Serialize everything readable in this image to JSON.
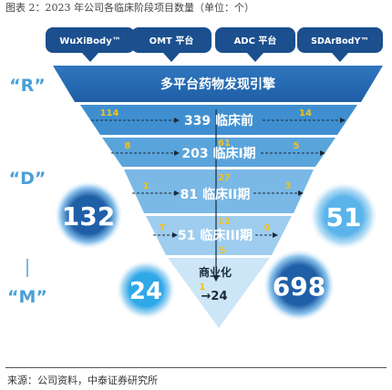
{
  "caption": "图表 2：2023 年公司各临床阶段项目数量（单位：个）",
  "source": "来源：公司资料，中泰证券研究所",
  "platforms": [
    "WuXiBody™",
    "OMT 平台",
    "ADC 平台",
    "SDArBodY™"
  ],
  "engine_label": "多平台药物发现引擎",
  "side_labels": {
    "r": "“R”",
    "d": "“D”",
    "m": "“M”"
  },
  "stages": [
    {
      "label": "339 临床前",
      "left_value": "114",
      "right_value": "14",
      "down_value": "61"
    },
    {
      "label": "203 临床I期",
      "left_value": "8",
      "right_value": "5",
      "down_value": "27"
    },
    {
      "label": "81 临床II期",
      "left_value": "1",
      "right_value": "3",
      "down_value": "12"
    },
    {
      "label": "51 临床III期",
      "left_value": "7",
      "right_value": "0",
      "down_value": "5"
    }
  ],
  "commercial": {
    "label": "商业化",
    "arrow_value": "1",
    "count": "→24"
  },
  "circles": [
    {
      "value": "132",
      "color": "#1f5fa8"
    },
    {
      "value": "51",
      "color": "#5ab4ea"
    },
    {
      "value": "24",
      "color": "#2fa8e8"
    },
    {
      "value": "698",
      "color": "#1f5fa8"
    }
  ],
  "colors": {
    "engine": "#2a6db5",
    "funnel_top": "#3d8fcf",
    "funnel_bottom": "#cfe8f8",
    "badge": "#1b4f8e"
  }
}
